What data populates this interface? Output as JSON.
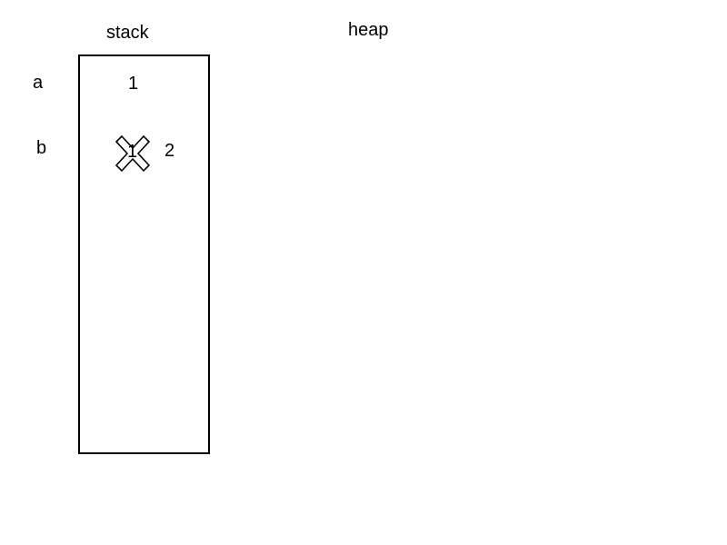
{
  "stack": {
    "title": "stack",
    "variables": [
      {
        "name": "a",
        "value": "1"
      },
      {
        "name": "b",
        "old_value": "1",
        "new_value": "2",
        "old_value_crossed_out": true
      }
    ]
  },
  "heap": {
    "title": "heap"
  },
  "icons": {
    "strike": "cross-out-icon"
  },
  "colors": {
    "ink": "#000000",
    "background": "#ffffff"
  }
}
